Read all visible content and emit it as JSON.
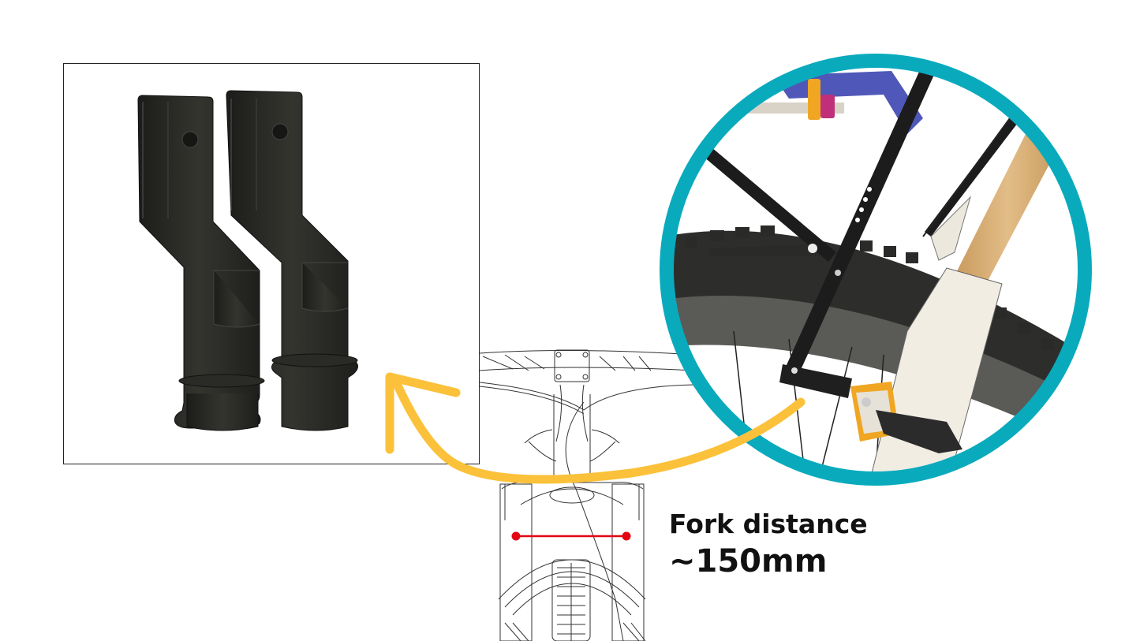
{
  "annotation": {
    "line1": "Fork distance",
    "line2": "~150mm"
  },
  "colors": {
    "circle_ring": "#0aaabd",
    "arrow": "#fbc13a",
    "measure_line": "#e30613",
    "part_body": "#2a2a27",
    "stanchion": "#d9b27c",
    "lower_leg": "#f1ede3",
    "bracket_blue": "#4f58b8",
    "clamp_orange": "#f0a622",
    "knob_pink": "#c0307a"
  },
  "product_panel": {
    "item": "pair of black fork mount adapters",
    "count": 2
  },
  "detail_circle": {
    "subject": "rack strut clamped to fork lower leg"
  },
  "line_drawing": {
    "subject": "front view of bicycle fork and handlebar"
  }
}
